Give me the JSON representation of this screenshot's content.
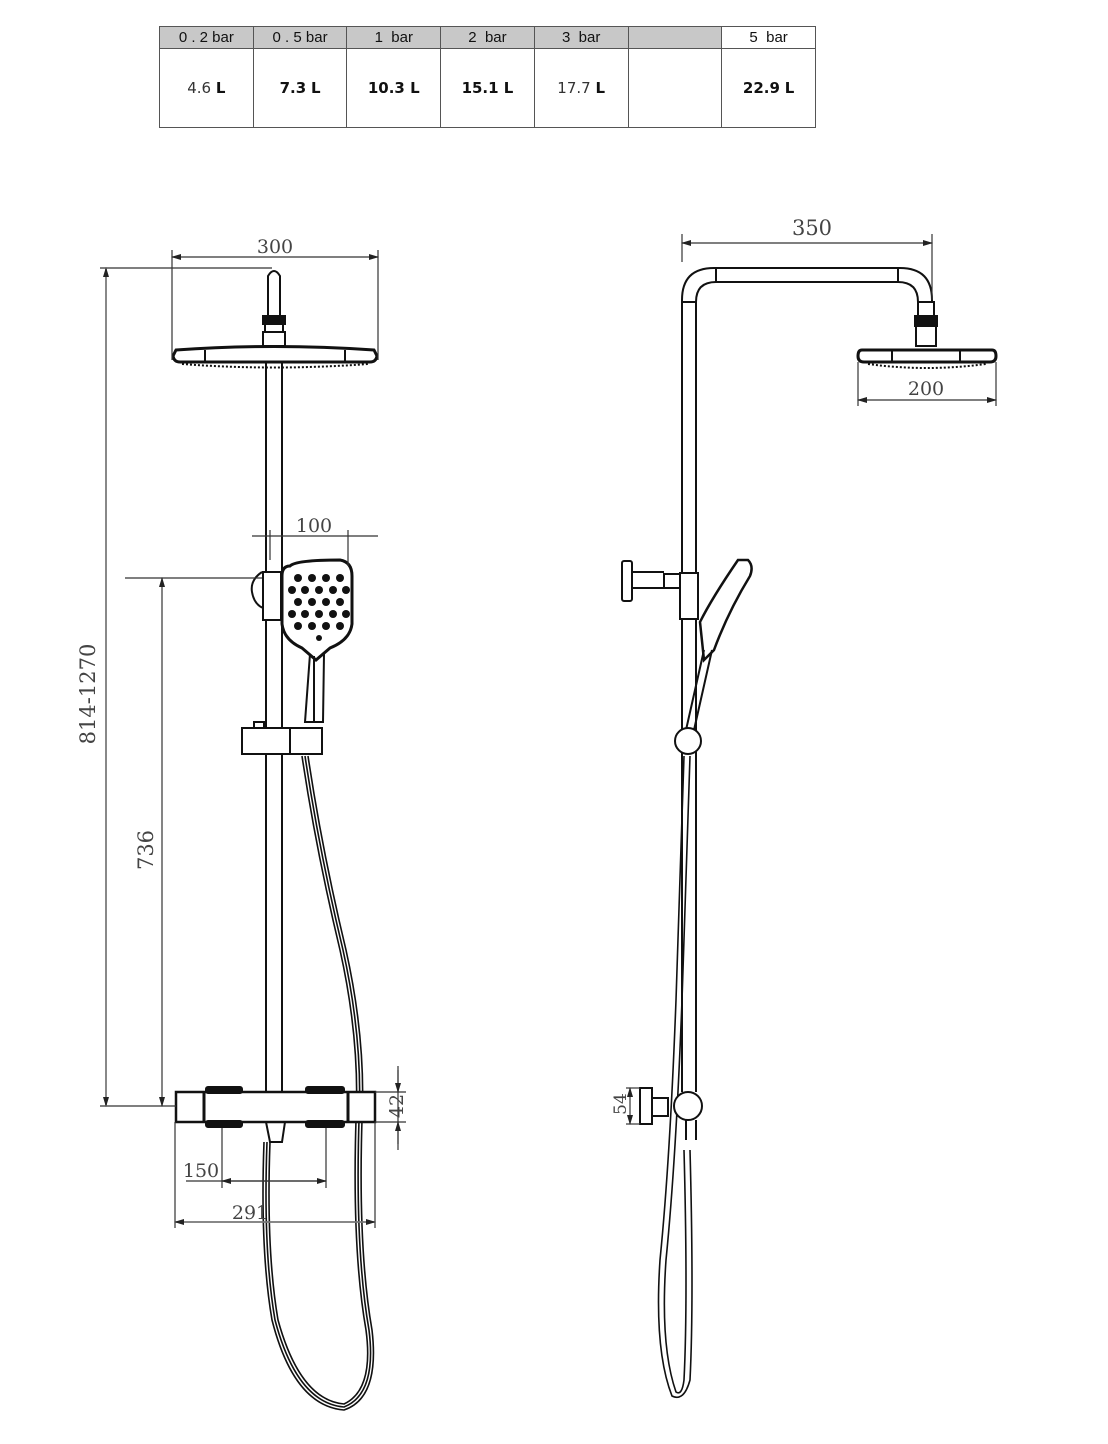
{
  "flow_table": {
    "headers": [
      "0 . 2 bar",
      "0 . 5 bar",
      "1  bar",
      "2  bar",
      "3  bar",
      "",
      "5  bar"
    ],
    "values": [
      {
        "num": "4.6",
        "unit": "L",
        "bold": false
      },
      {
        "num": "7.3",
        "unit": "L",
        "bold": true
      },
      {
        "num": "10.3 ",
        "unit": "L",
        "bold": true
      },
      {
        "num": "15.1 ",
        "unit": "L",
        "bold": true
      },
      {
        "num": "17.7",
        "unit": "L",
        "bold": false
      },
      {
        "num": "",
        "unit": "",
        "bold": false
      },
      {
        "num": "22.9",
        "unit": "L",
        "bold": true
      }
    ]
  },
  "front_view": {
    "dims": {
      "overhead_width": "300",
      "handshower_offset": "100",
      "total_height": "814-1270",
      "slide_height": "736",
      "mixer_height": "42",
      "inlet_spacing": "150",
      "mixer_width": "291"
    }
  },
  "side_view": {
    "dims": {
      "arm_projection": "350",
      "overhead_diameter": "200",
      "mixer_depth": "54"
    }
  }
}
